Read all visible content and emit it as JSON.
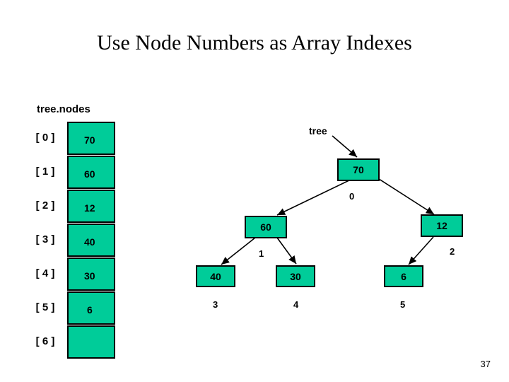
{
  "slide": {
    "title": "Use Node Numbers as Array Indexes",
    "page_number": "37",
    "array_label": "tree.nodes",
    "tree_label": "tree",
    "colors": {
      "node_fill": "#00cc99",
      "node_border": "#000000",
      "text": "#000000",
      "background": "#ffffff"
    }
  },
  "array": {
    "rows": [
      {
        "index": "[ 0 ]",
        "value": "70"
      },
      {
        "index": "[ 1 ]",
        "value": "60"
      },
      {
        "index": "[ 2 ]",
        "value": "12"
      },
      {
        "index": "[ 3 ]",
        "value": "40"
      },
      {
        "index": "[ 4 ]",
        "value": "30"
      },
      {
        "index": "[ 5 ]",
        "value": "6"
      },
      {
        "index": "[ 6 ]",
        "value": ""
      }
    ]
  },
  "tree": {
    "nodes": [
      {
        "value": "70",
        "number": "0"
      },
      {
        "value": "60",
        "number": "1"
      },
      {
        "value": "12",
        "number": "2"
      },
      {
        "value": "40",
        "number": "3"
      },
      {
        "value": "30",
        "number": "4"
      },
      {
        "value": "6",
        "number": "5"
      }
    ]
  }
}
